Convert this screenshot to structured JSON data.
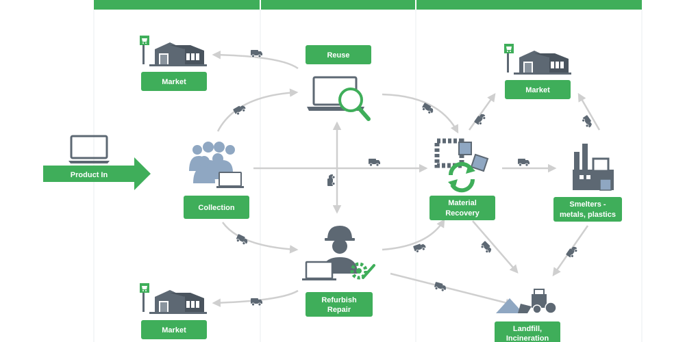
{
  "colors": {
    "accent": "#3fae5a",
    "arrow": "#cfcfcf",
    "icon_grey": "#5d6873",
    "people_blue": "#8fa7c2",
    "divider": "#e9ecef",
    "header_bar": "#3fae5a"
  },
  "diagram": {
    "product_in": "Product In",
    "collection": "Collection",
    "reuse": "Reuse",
    "refurbish_line1": "Refurbish",
    "refurbish_line2": "Repair",
    "market_top_left": "Market",
    "market_bottom_left": "Market",
    "market_top_right": "Market",
    "material_recovery_line1": "Material",
    "material_recovery_line2": "Recovery",
    "smelters_line1": "Smelters -",
    "smelters_line2": "metals, plastics",
    "landfill_line1": "Landfill,",
    "landfill_line2": "Incineration"
  },
  "icons": {
    "laptop": "laptop-icon",
    "people": "people-icon",
    "magnifier": "magnifier-icon",
    "worker": "worker-icon",
    "gear": "gear-wrench-icon",
    "store": "store-icon",
    "truck": "truck-icon",
    "recycle": "recycle-icon",
    "factory": "factory-icon",
    "bulldozer": "bulldozer-icon"
  }
}
